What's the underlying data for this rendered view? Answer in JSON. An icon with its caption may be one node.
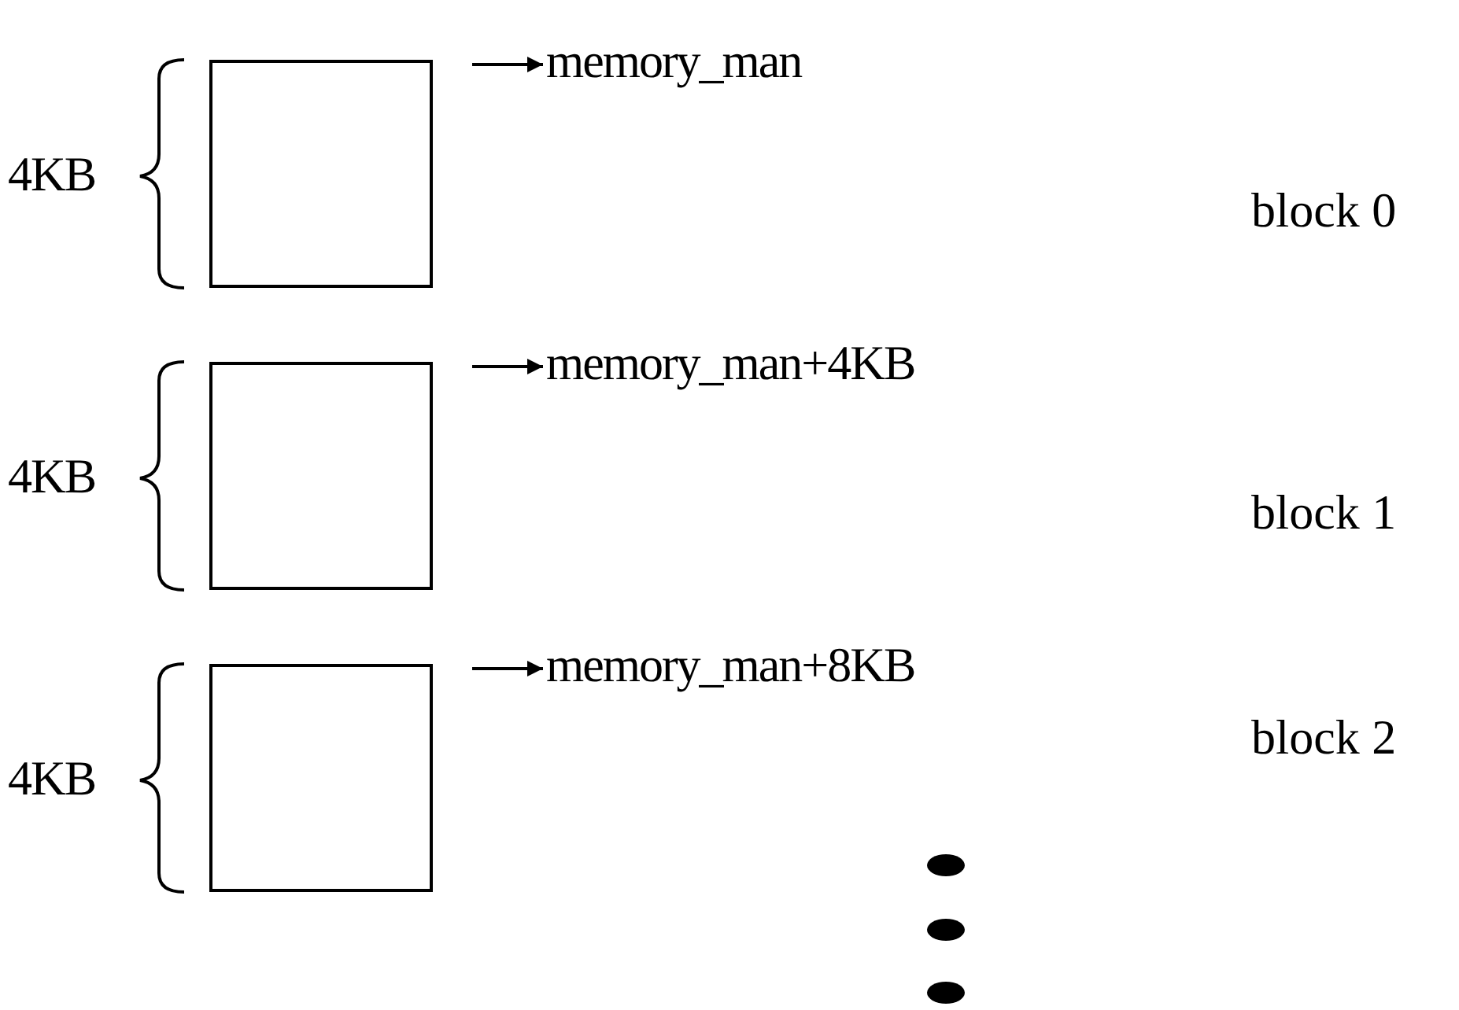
{
  "diagram": {
    "nodes": [
      {
        "text": [],
        "shape": "box"
      },
      {
        "text": [
          "memory_man"
        ]
      },
      {
        "text": [],
        "shape": "box"
      },
      {
        "text": [
          "memory_man+4KB"
        ]
      },
      {
        "text": [],
        "shape": "box"
      },
      {
        "text": [
          "memory_man+8KB"
        ]
      }
    ],
    "edges": [
      {
        "from": null,
        "to": 1,
        "arrow": "to"
      },
      {
        "from": null,
        "to": 3,
        "arrow": "to"
      },
      {
        "from": null,
        "to": 5,
        "arrow": "to"
      }
    ],
    "labels": [
      "4KB",
      "block 0",
      "4KB",
      "block 1",
      "4KB",
      "block 2"
    ]
  }
}
